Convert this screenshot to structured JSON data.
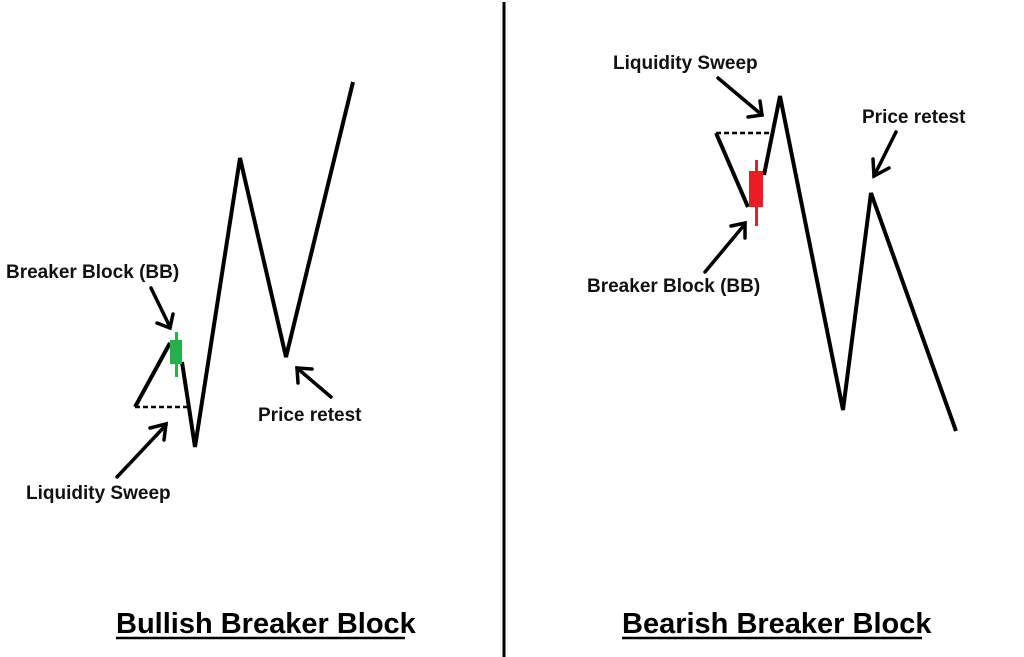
{
  "colors": {
    "line": "#000000",
    "bullish_candle": "#22b14c",
    "bearish_candle": "#ed1c24",
    "background": "#ffffff"
  },
  "bullish": {
    "title": "Bullish Breaker Block",
    "labels": {
      "breaker_block": "Breaker Block (BB)",
      "liquidity_sweep": "Liquidity Sweep",
      "price_retest": "Price retest"
    }
  },
  "bearish": {
    "title": "Bearish Breaker Block",
    "labels": {
      "breaker_block": "Breaker Block (BB)",
      "liquidity_sweep": "Liquidity Sweep",
      "price_retest": "Price retest"
    }
  }
}
